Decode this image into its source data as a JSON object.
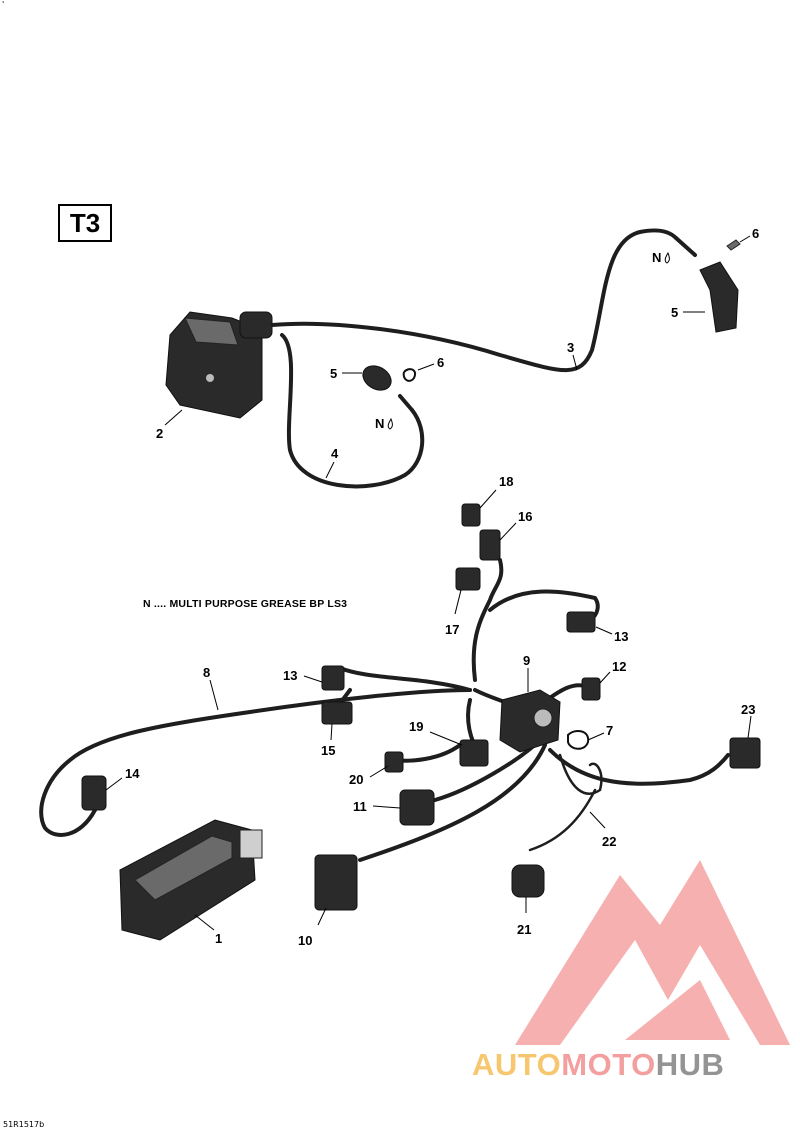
{
  "corner_mark": "'",
  "section_tag": "T3",
  "note": "N .... MULTI PURPOSE GREASE BP LS3",
  "doc_id": "51R1517b",
  "grease_symbol": "N",
  "callouts": {
    "c1": "1",
    "c2": "2",
    "c3": "3",
    "c4": "4",
    "c5a": "5",
    "c5b": "5",
    "c6a": "6",
    "c6b": "6",
    "c7": "7",
    "c8": "8",
    "c9": "9",
    "c10": "10",
    "c11": "11",
    "c12": "12",
    "c13a": "13",
    "c13b": "13",
    "c14": "14",
    "c15": "15",
    "c16": "16",
    "c17": "17",
    "c18": "18",
    "c19": "19",
    "c20": "20",
    "c21": "21",
    "c22": "22",
    "c23": "23"
  },
  "watermark": {
    "part1": "AUTO",
    "part2": "MOTO",
    "part3": "HUB",
    "color_auto": "#f4b53f",
    "color_moto": "#ef8080",
    "color_hub": "#7a7a7a"
  }
}
